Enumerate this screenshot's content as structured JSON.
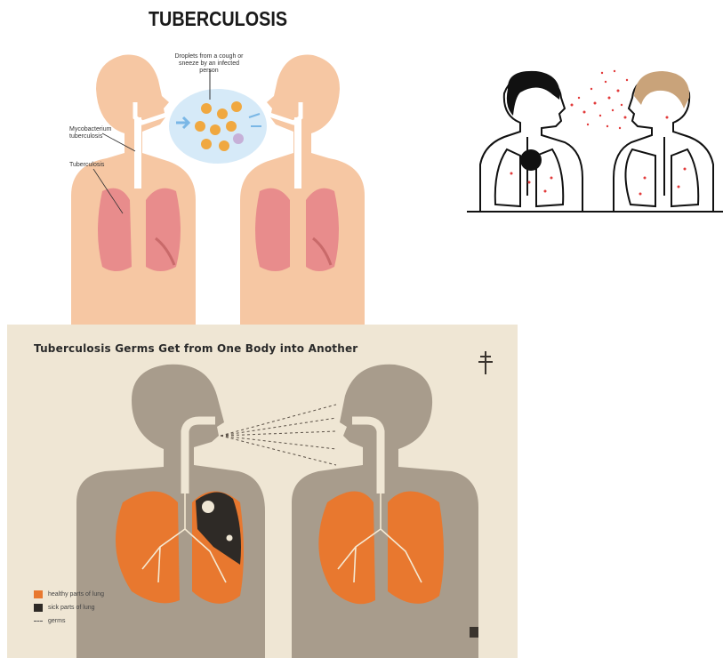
{
  "panel_a": {
    "title": "TUBERCULOSIS",
    "label_droplets": "Droplets from a cough or sneeze by an infected person",
    "label_mycobacterium": "Mycobacterium tuberculosis",
    "label_tuberculosis": "Tuberculosis",
    "colors": {
      "skin": "#f6c7a3",
      "lung": "#e88c8c",
      "cloud": "#cfe6f7"
    }
  },
  "panel_b": {
    "colors": {
      "droplet": "#e23b3b",
      "hair_left": "#111111",
      "hair_right": "#c9a37a"
    }
  },
  "panel_c": {
    "title": "Tuberculosis Germs Get from One Body into Another",
    "legend": {
      "healthy": "healthy parts of lung",
      "sick": "sick parts of lung",
      "germs": "germs"
    },
    "colors": {
      "background": "#efe6d4",
      "silhouette": "#a89c8c",
      "healthy": "#e8782f",
      "sick": "#2e2a26"
    }
  }
}
